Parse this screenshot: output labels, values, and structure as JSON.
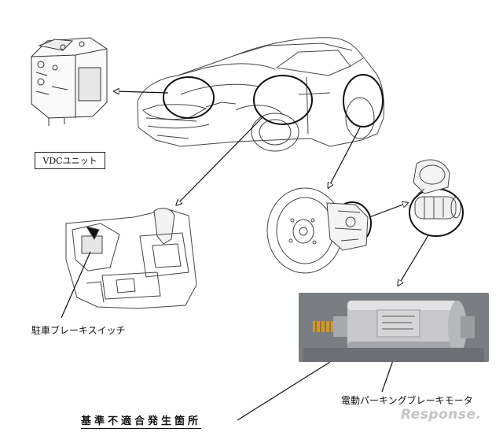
{
  "labels": {
    "vdc_unit": "VDCユニット",
    "parking_brake_switch": "駐車ブレーキスイッチ",
    "epb_motor": "電動パーキングブレーキモータ",
    "defect_location": "基準不適合発生箇所"
  },
  "watermark": "Response.",
  "colors": {
    "line": "#1a1a1a",
    "photo_bg": "#7a7e82",
    "motor_silver": "#c9c9cb",
    "brass": "#c89a3c",
    "watermark": "#c4c4c4"
  }
}
